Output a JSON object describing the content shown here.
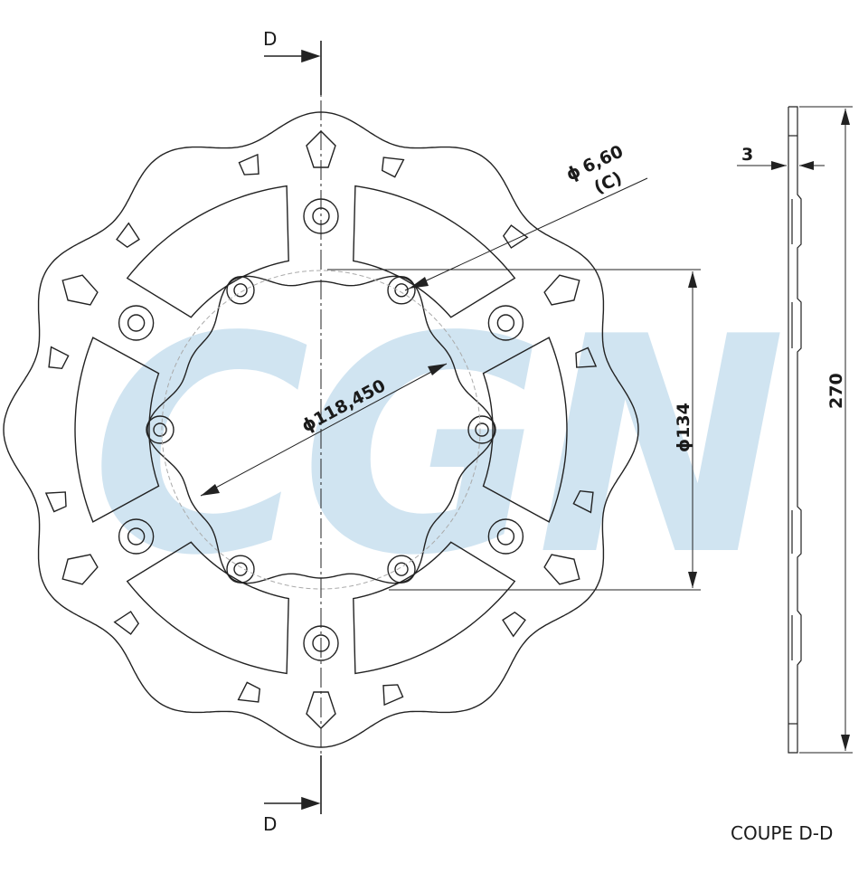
{
  "watermark": {
    "text": "CGN",
    "color": "#a9cde6"
  },
  "colors": {
    "line": "#222222",
    "background": "#ffffff",
    "circle_dashed": "#aaaaaa"
  },
  "section_marker": {
    "top_label": "D",
    "bottom_label": "D"
  },
  "dimensions": {
    "hole_symbol": "ϕ",
    "hole_value": "6,60",
    "hole_note": "(C)",
    "pcd": "ϕ118,450",
    "inner": "ϕ134",
    "thickness": "3",
    "outer": "270"
  },
  "section_caption": "COUPE D-D"
}
